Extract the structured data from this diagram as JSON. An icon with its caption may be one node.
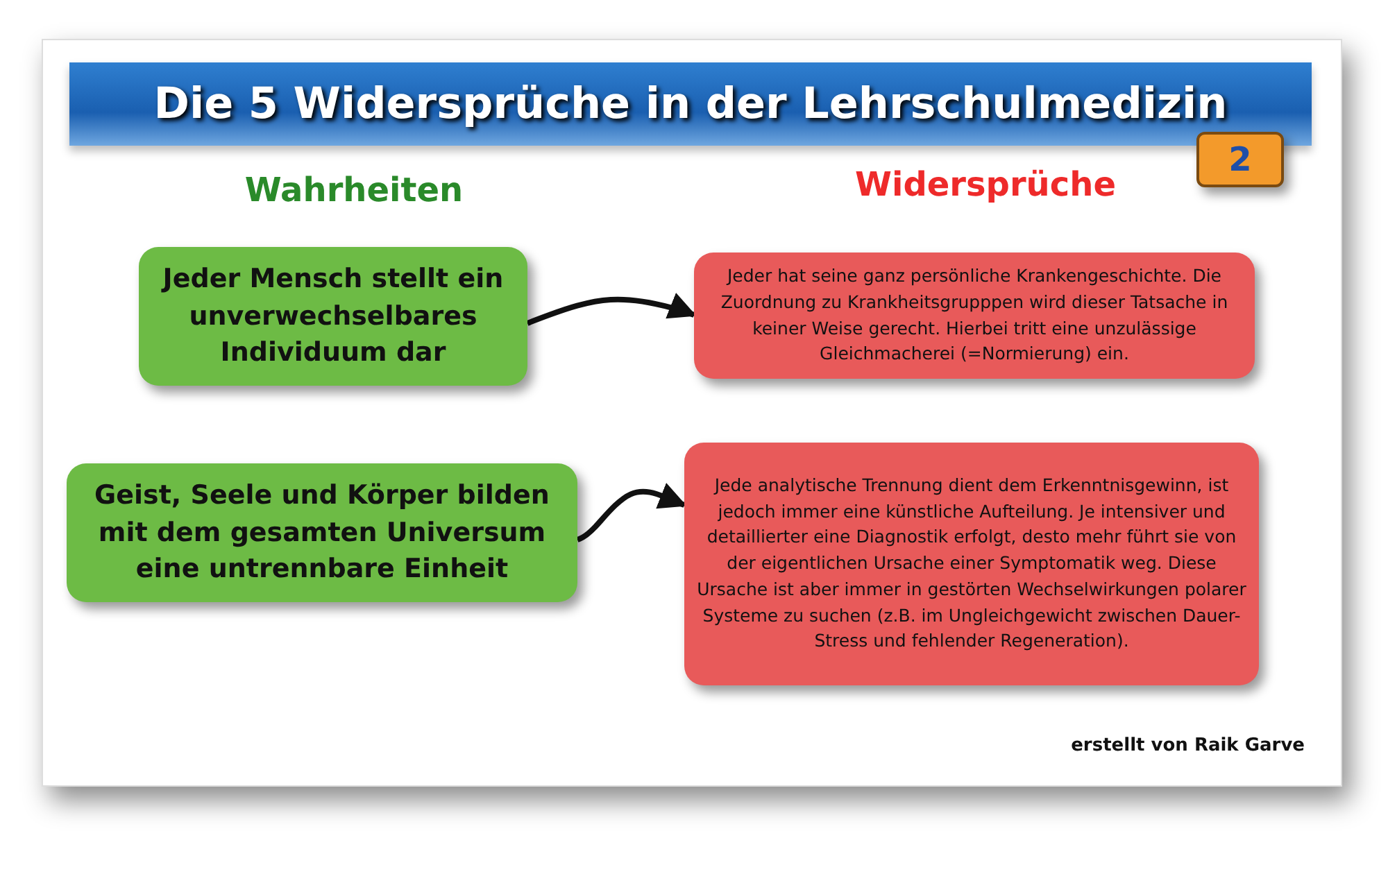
{
  "diagram": {
    "title": "Die 5 Widersprüche in der Lehrschulmedizin",
    "nodes": [
      {
        "text": [
          "2"
        ]
      },
      {
        "text": [
          "Jeder Mensch stellt ein unverwechselbares Individuum dar"
        ]
      },
      {
        "text": [
          "Jeder hat seine ganz persönliche Krankengeschichte. Die Zuordnung zu Krankheitsgrupppen wird dieser Tatsache in keiner Weise gerecht. Hierbei tritt eine unzulässige Gleichmacherei (=Normierung) ein."
        ]
      },
      {
        "text": [
          "Geist, Seele und Körper bilden mit dem gesamten Universum eine untrennbare Einheit"
        ]
      },
      {
        "text": [
          "Jede analytische Trennung dient dem Erkenntnisgewinn, ist jedoch immer eine künstliche Aufteilung. Je intensiver und detaillierter eine Diagnostik erfolgt, desto mehr führt sie von der eigentlichen Ursache einer Symptomatik weg. Diese Ursache ist aber immer in gestörten Wechselwirkungen polarer Systeme zu suchen (z.B. im Ungleichgewicht zwischen Dauer-Stress und fehlender Regeneration)."
        ]
      }
    ],
    "edges": [
      {
        "from": 1,
        "to": 2,
        "arrow": "to"
      },
      {
        "from": 3,
        "to": 4,
        "arrow": "to"
      }
    ],
    "labels": [
      "Wahrheiten",
      "Widersprüche",
      "erstellt von Raik Garve"
    ]
  }
}
